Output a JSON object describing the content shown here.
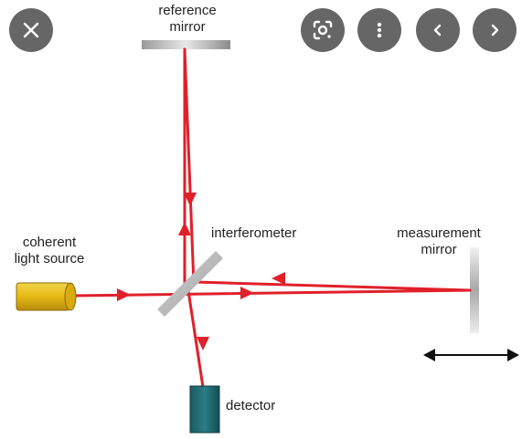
{
  "labels": {
    "reference_mirror": [
      "reference",
      "mirror"
    ],
    "coherent_light_source": [
      "coherent",
      "light source"
    ],
    "interferometer": "interferometer",
    "measurement_mirror": [
      "measurement",
      "mirror"
    ],
    "detector": "detector"
  },
  "controls": {
    "close_icon": "close-icon",
    "lens_icon": "lens-icon",
    "more_icon": "more-vertical-icon",
    "prev_icon": "chevron-left-icon",
    "next_icon": "chevron-right-icon"
  },
  "colors": {
    "beam": "#e0202a",
    "source_body": "#e8c21c",
    "detector_body": "#1f6a72",
    "control_bg": "#666666"
  }
}
